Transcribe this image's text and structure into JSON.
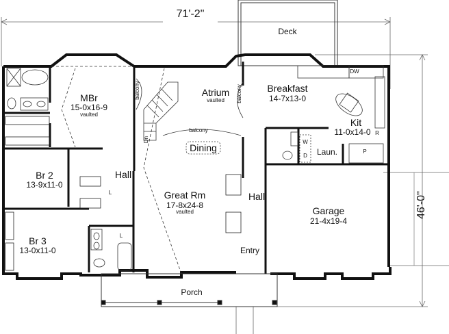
{
  "plan": {
    "overall_width": "71'-2\"",
    "overall_depth": "46'-0\"",
    "rooms": {
      "deck": {
        "name": "Deck"
      },
      "mbr": {
        "name": "MBr",
        "size": "15-0x16-9",
        "note": "vaulted"
      },
      "atrium": {
        "name": "Atrium",
        "note": "vaulted"
      },
      "breakfast": {
        "name": "Breakfast",
        "size": "14-7x13-0"
      },
      "kit": {
        "name": "Kit",
        "size": "11-0x14-0"
      },
      "dining": {
        "name": "Dining"
      },
      "br2": {
        "name": "Br 2",
        "size": "13-9x11-0"
      },
      "br3": {
        "name": "Br 3",
        "size": "13-0x11-0"
      },
      "hall_left": {
        "name": "Hall"
      },
      "hall_right": {
        "name": "Hall"
      },
      "great_rm": {
        "name": "Great Rm",
        "size": "17-8x24-8",
        "note": "vaulted"
      },
      "laun": {
        "name": "Laun."
      },
      "garage": {
        "name": "Garage",
        "size": "21-4x19-4"
      },
      "entry": {
        "name": "Entry"
      },
      "porch": {
        "name": "Porch"
      }
    },
    "annotations": {
      "balcony_left": "balcony",
      "balcony_right": "balcony",
      "balcony_dining": "balcony",
      "stair_dn": "Dn",
      "dishwasher": "DW",
      "refrigerator": "R",
      "pantry": "P",
      "washer": "W",
      "dryer": "D",
      "linen_1": "L",
      "linen_2": "L"
    }
  }
}
